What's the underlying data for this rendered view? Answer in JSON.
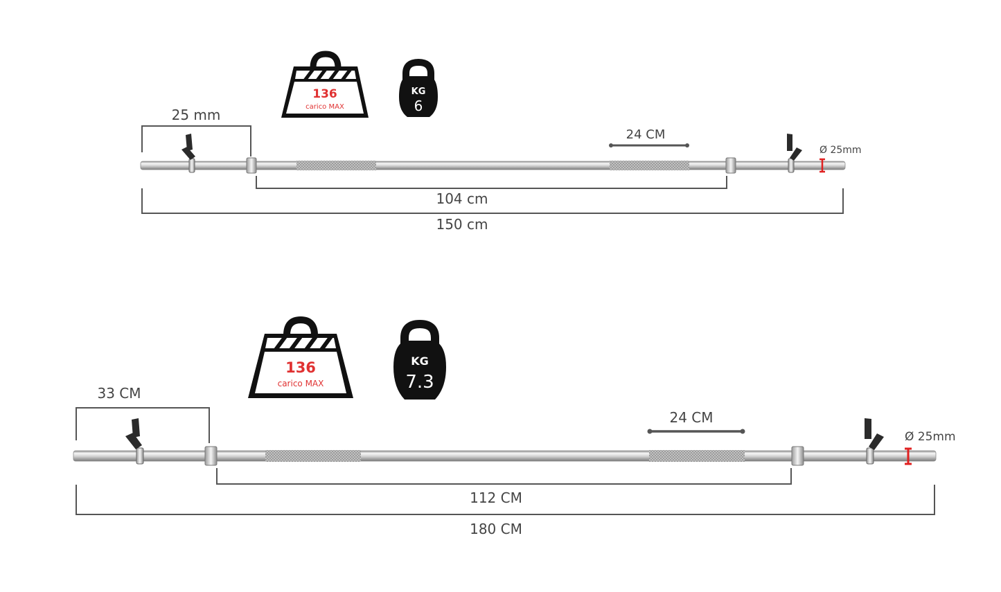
{
  "colors": {
    "dimension_line": "#555555",
    "text": "#444444",
    "steel_light": "#f2f2f2",
    "steel_dark": "#9a9a9a",
    "knurl": "#b8b8b8",
    "clip": "#2b2b2b",
    "icon_fill": "#111111",
    "load_text": "#e03131",
    "diameter_marker": "#e02020"
  },
  "icons": [
    "weight-load-icon",
    "kettlebell-icon",
    "spring-collar-icon"
  ],
  "bars": [
    {
      "max_load": {
        "value": "136",
        "caption": "carico MAX"
      },
      "weight": {
        "unit": "KG",
        "value": "6"
      },
      "sleeve_length": "25 mm",
      "grip_knurl": "24 CM",
      "inner_length": "104 cm",
      "total_length": "150 cm",
      "diameter": "Ø 25mm"
    },
    {
      "max_load": {
        "value": "136",
        "caption": "carico MAX"
      },
      "weight": {
        "unit": "KG",
        "value": "7.3"
      },
      "sleeve_length": "33 CM",
      "grip_knurl": "24 CM",
      "inner_length": "112 CM",
      "total_length": "180 CM",
      "diameter": "Ø 25mm"
    }
  ]
}
